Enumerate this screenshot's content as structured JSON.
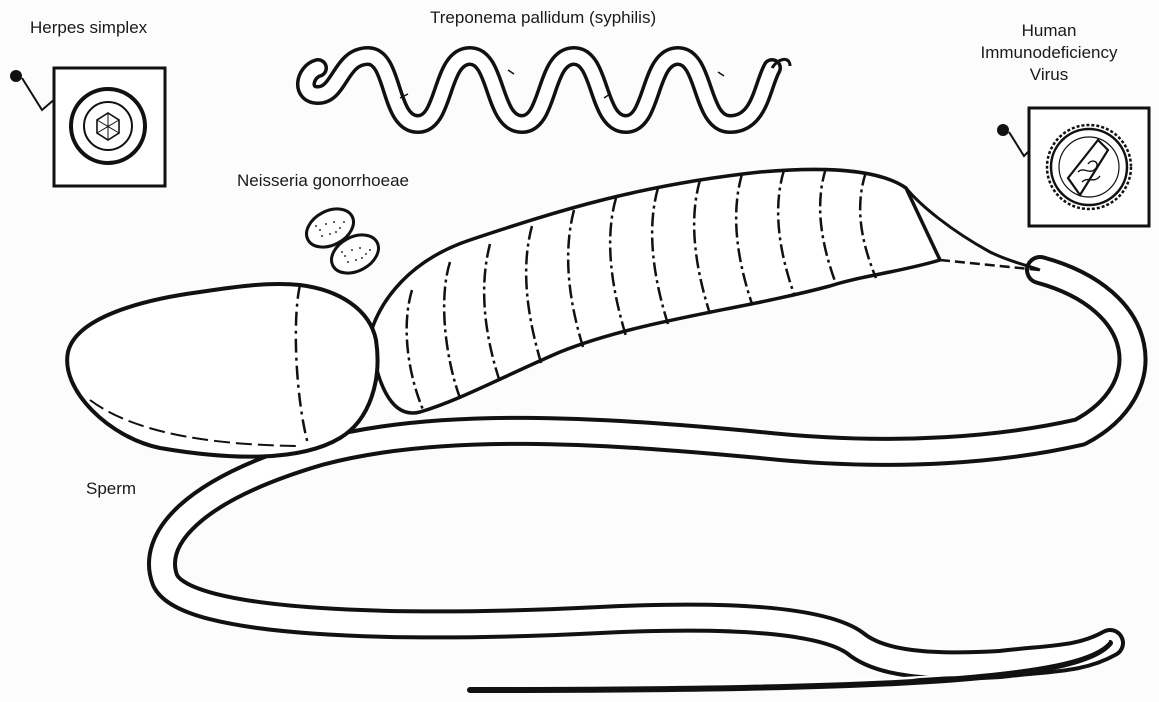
{
  "labels": {
    "herpes": "Herpes simplex",
    "treponema": "Treponema pallidum (syphilis)",
    "neisseria": "Neisseria gonorrhoeae",
    "hiv_line1": "Human",
    "hiv_line2": "Immunodeficiency",
    "hiv_line3": "Virus",
    "sperm": "Sperm"
  },
  "colors": {
    "ink": "#111111",
    "background": "#fcfcfc"
  }
}
